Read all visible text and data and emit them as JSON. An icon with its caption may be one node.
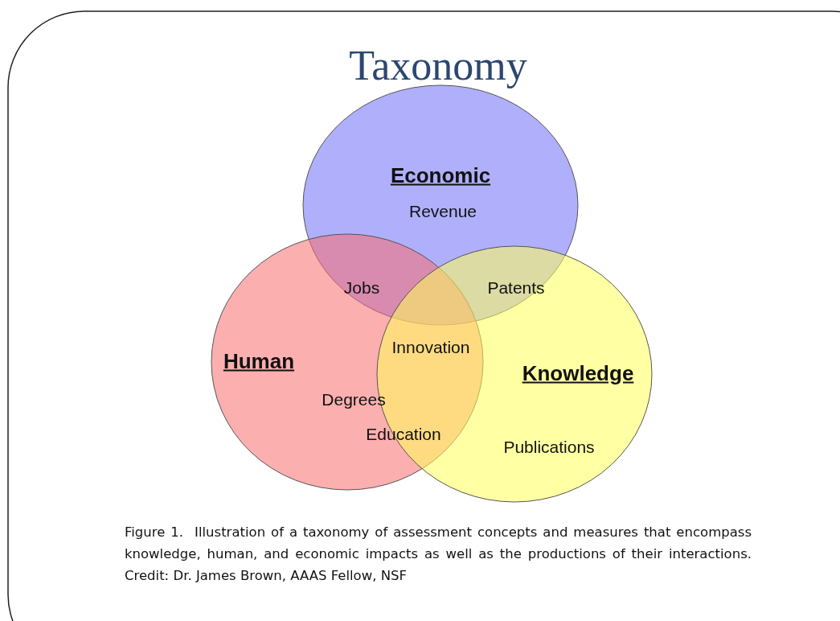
{
  "diagram": {
    "title": "Taxonomy",
    "caption": "Figure 1.  Illustration of a taxonomy of assessment concepts and measures that encompass knowledge, human, and economic impacts as well as the productions of their interactions. Credit: Dr. James Brown, AAAS Fellow, NSF",
    "nodes": [
      {
        "text": [
          "Economic",
          "Revenue"
        ]
      },
      {
        "text": [
          "Human",
          "Degrees"
        ]
      },
      {
        "text": [
          "Knowledge",
          "Publications"
        ]
      }
    ],
    "edges": [],
    "labels": [
      "Jobs",
      "Patents",
      "Innovation",
      "Education"
    ]
  }
}
